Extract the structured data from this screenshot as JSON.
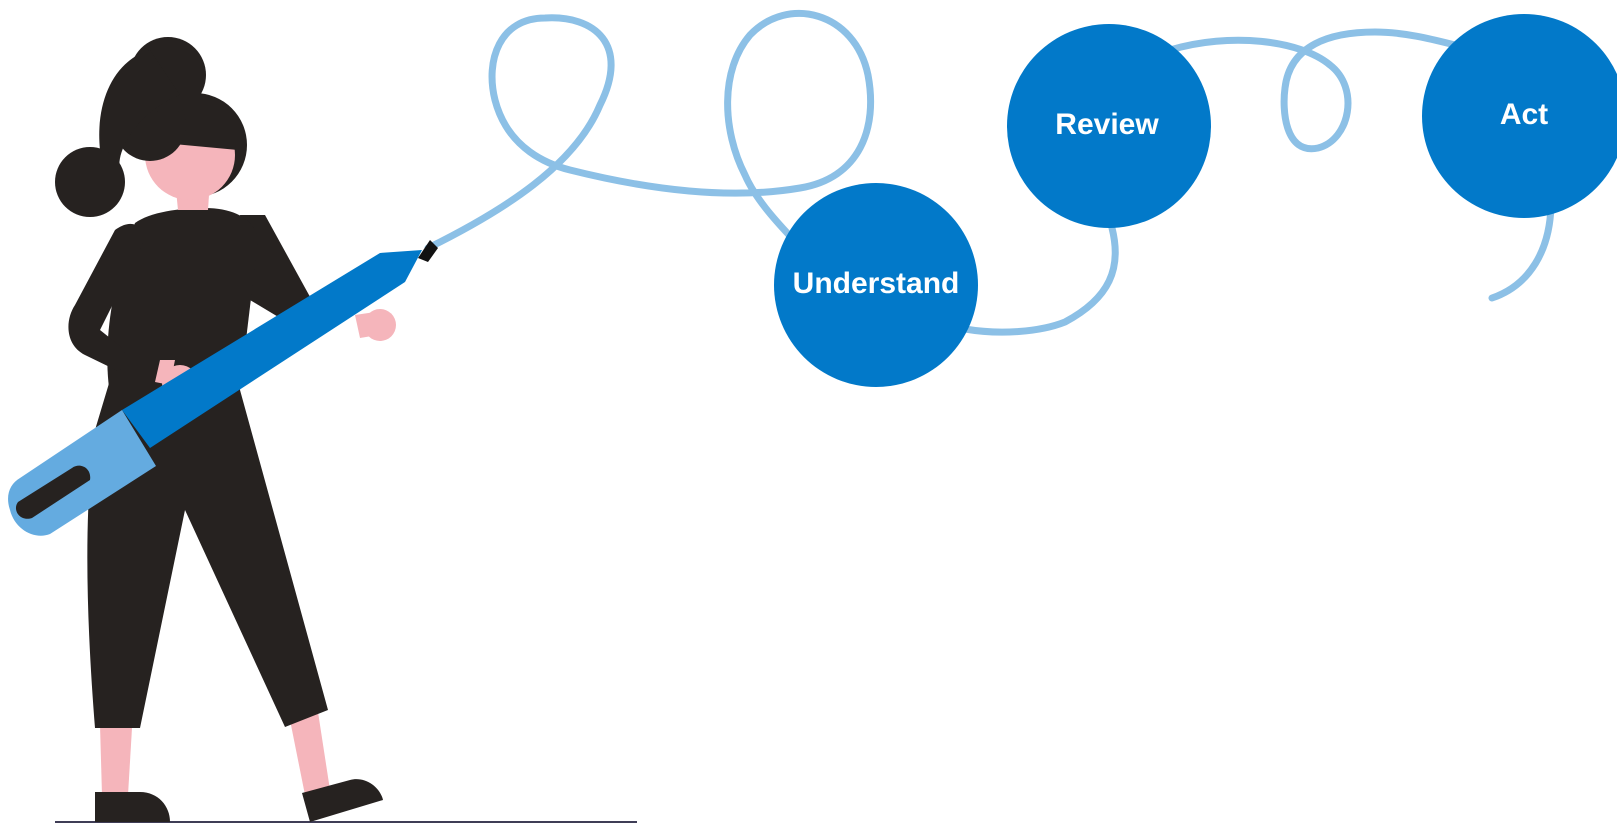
{
  "diagram": {
    "steps": [
      {
        "id": "understand",
        "label": "Understand"
      },
      {
        "id": "review",
        "label": "Review"
      },
      {
        "id": "act",
        "label": "Act"
      }
    ]
  },
  "colors": {
    "node_fill": "#0279c9",
    "path_stroke": "#8cc0e6",
    "pen_barrel": "#0279c9",
    "pen_cap": "#64abe0",
    "hair_clothes": "#262220",
    "skin": "#f5b5bb",
    "ground": "#3f3d56",
    "label_text": "#ffffff"
  }
}
